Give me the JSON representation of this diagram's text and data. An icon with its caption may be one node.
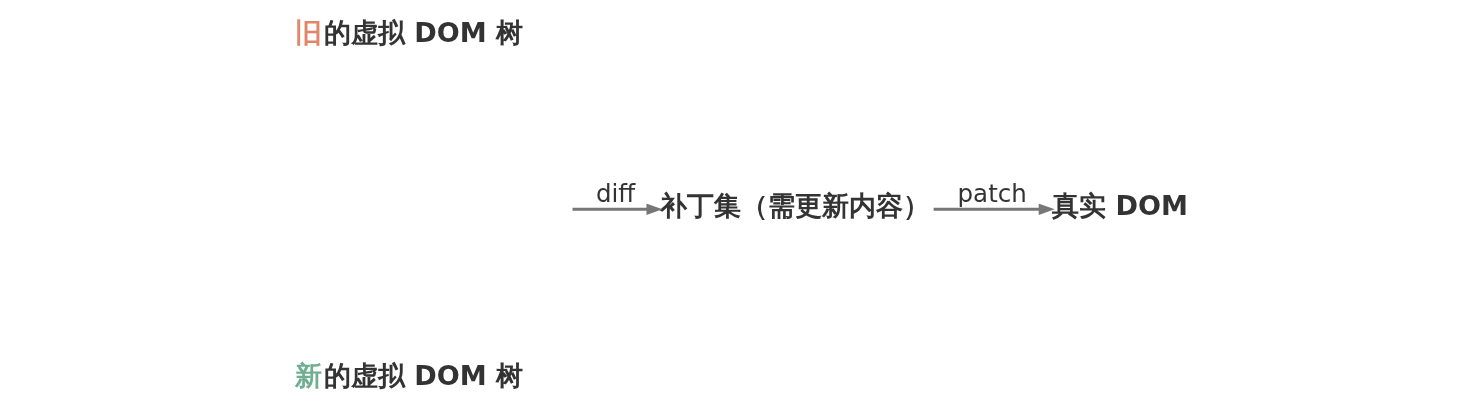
{
  "diagram": {
    "nodes": [
      {
        "text": [
          "旧的虚拟 DOM 树"
        ]
      },
      {
        "text": [
          "新的虚拟 DOM 树"
        ]
      },
      {
        "text": [
          "补丁集（需更新内容）"
        ]
      },
      {
        "text": [
          "真实 DOM"
        ]
      }
    ],
    "edges": [
      {
        "from": null,
        "to": 2,
        "arrow": "to",
        "label": "diff"
      },
      {
        "from": 2,
        "to": 3,
        "arrow": "to",
        "label": "patch"
      }
    ]
  }
}
